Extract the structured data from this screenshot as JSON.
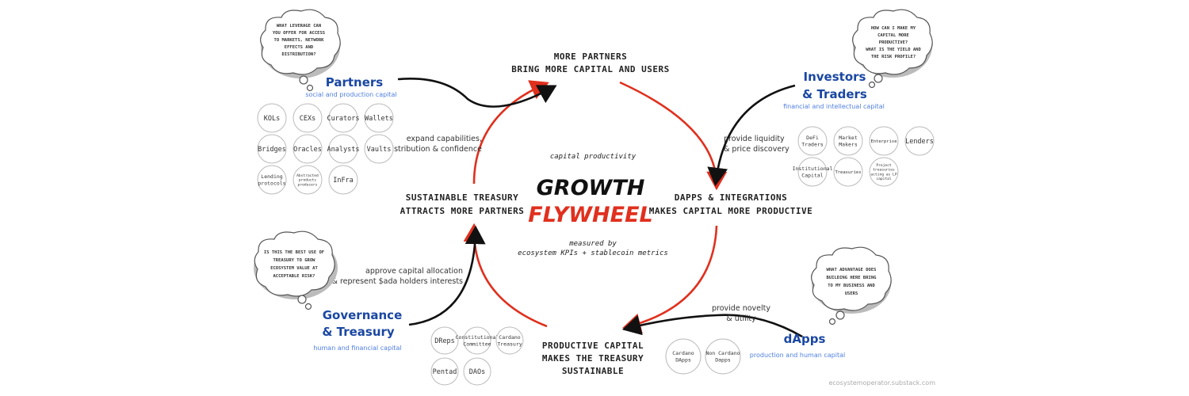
{
  "center": {
    "top_label": "capital productivity",
    "title_line1": "GROWTH",
    "title_line2": "FLYWHEEL",
    "bottom_line1": "measured by",
    "bottom_line2": "ecosystem KPIs + stablecoin metrics"
  },
  "stages": {
    "top": [
      "MORE PARTNERS",
      "BRING MORE CAPITAL AND USERS"
    ],
    "right": [
      "DAPPS & INTEGRATIONS",
      "MAKES CAPITAL MORE PRODUCTIVE"
    ],
    "bottom": [
      "PRODUCTIVE CAPITAL",
      "MAKES THE TREASURY",
      "SUSTAINABLE"
    ],
    "left": [
      "SUSTAINABLE TREASURY",
      "ATTRACTS MORE PARTNERS"
    ]
  },
  "actors": {
    "partners": {
      "title": "Partners",
      "subtitle": "social and production capital",
      "question": [
        "WHAT LEVERAGE CAN",
        "YOU OFFER FOR ACCESS",
        "TO MARKETS, NETWORK",
        "EFFECTS AND",
        "DISTRIBUTION?"
      ],
      "edge": [
        "expand capabilities,",
        "distribution & confidence"
      ],
      "chips": [
        "KOLs",
        "CEXs",
        "Curators",
        "Wallets",
        "Bridges",
        "Oracles",
        "Analysts",
        "Vaults",
        "Lending\nprotocols",
        "Abstracted\nproducts\nproducers",
        "InFra"
      ]
    },
    "investors": {
      "title_line1": "Investors",
      "title_line2": "& Traders",
      "subtitle": "financial and intellectual capital",
      "question": [
        "HOW CAN I MAKE MY",
        "CAPITAL MORE",
        "PRODUCTIVE?",
        "WHAT IS THE YIELD AND",
        "THE RISK PROFILE?"
      ],
      "edge": [
        "provide liquidity",
        "& price discovery"
      ],
      "chips": [
        "DeFi\nTraders",
        "Market\nMakers",
        "Enterprise",
        "Lenders",
        "Institutional\nCapital",
        "Treasuries",
        "Project\ntreasuries\nacting as LP\ncapital"
      ]
    },
    "governance": {
      "title_line1": "Governance",
      "title_line2": "& Treasury",
      "subtitle": "human and financial capital",
      "question": [
        "IS THIS THE BEST USE OF",
        "TREASURY TO GROW",
        "ECOSYSTEM VALUE AT",
        "ACCEPTABLE RISK?"
      ],
      "edge": [
        "approve capital allocation",
        "& represent $ada holders interests"
      ],
      "chips": [
        "DReps",
        "Constitutional\nCommittee",
        "Cardano\nTreasury",
        "Pentad",
        "DAOs"
      ]
    },
    "dapps": {
      "title": "dApps",
      "subtitle": "production and human capital",
      "question": [
        "WHAT ADVANTAGE DOES",
        "BUILDING HERE BRING",
        "TO MY BUSINESS AND",
        "USERS"
      ],
      "edge": [
        "provide novelty",
        "& utility"
      ],
      "chips": [
        "Cardano\nDApps",
        "Non Cardano\nDapps"
      ]
    }
  },
  "footer": "ecosystemoperator.substack.com",
  "colors": {
    "accent_red": "#e0301e",
    "actor_blue": "#1a47a3",
    "subtitle_blue": "#4f7fe0",
    "ink": "#111111"
  }
}
